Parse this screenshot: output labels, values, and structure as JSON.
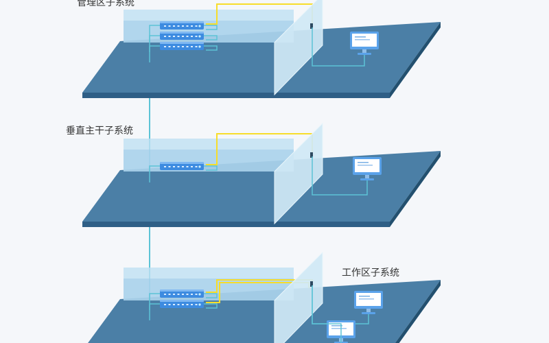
{
  "labels": {
    "floor_1": "管理区子系统",
    "floor_2": "垂直主干子系统",
    "floor_3": "工作区子系统"
  },
  "colors": {
    "background": "#f5f7fa",
    "floor_top": "#4b7fa6",
    "floor_side": "#2f5f86",
    "room_wall": "#bfe0f2",
    "partition": "#cfe8f5",
    "switch": "#3d8be0",
    "monitor": "#5aa2ea",
    "cable_cyan": "#5cc3d6",
    "cable_yellow": "#f7dd2a",
    "label_text": "#333333"
  },
  "floors": [
    {
      "name": "floor-1",
      "switch_count": 3,
      "monitor_count": 1
    },
    {
      "name": "floor-2",
      "switch_count": 1,
      "monitor_count": 1
    },
    {
      "name": "floor-3",
      "switch_count": 2,
      "monitor_count": 2
    }
  ]
}
